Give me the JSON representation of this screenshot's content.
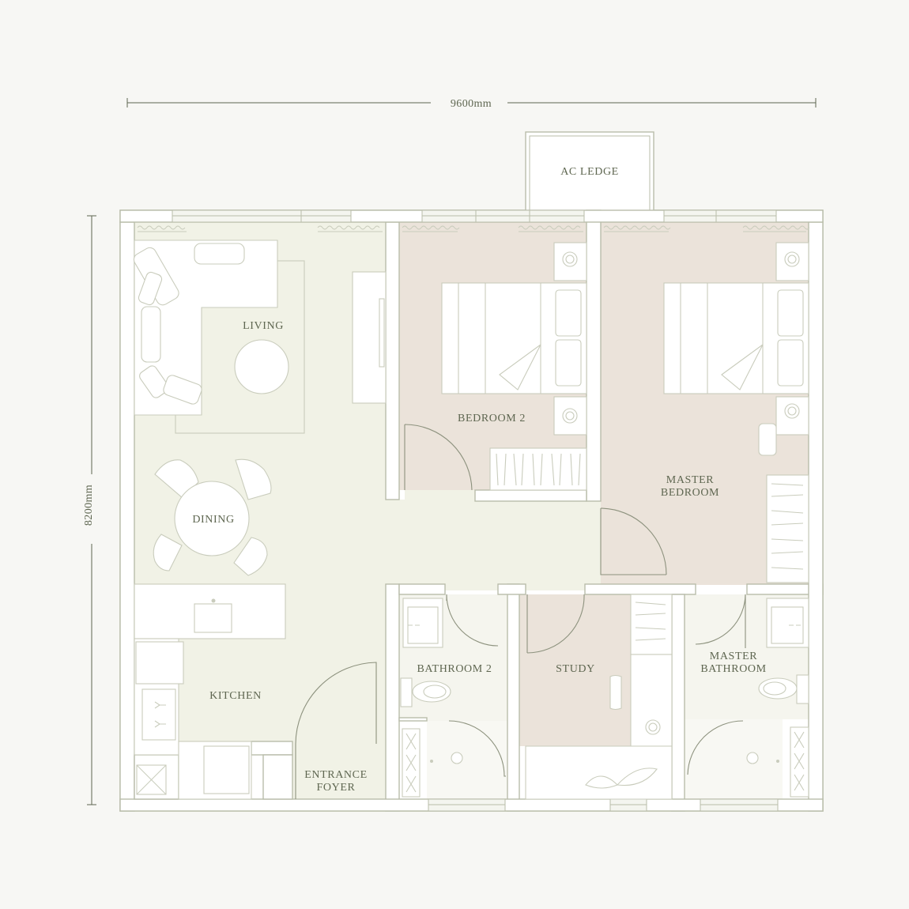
{
  "dimensions": {
    "width": "9600mm",
    "height": "8200mm"
  },
  "rooms": {
    "ac_ledge": "AC LEDGE",
    "living": "LIVING",
    "dining": "DINING",
    "bedroom2": "BEDROOM 2",
    "master_bedroom_line1": "MASTER",
    "master_bedroom_line2": "BEDROOM",
    "kitchen": "KITCHEN",
    "bathroom2": "BATHROOM 2",
    "study": "STUDY",
    "master_bathroom_line1": "MASTER",
    "master_bathroom_line2": "BATHROOM",
    "entrance_line1": "ENTRANCE",
    "entrance_line2": "FOYER"
  },
  "colors": {
    "background": "#f7f7f4",
    "living_floor": "#f1f2e6",
    "bedroom_floor": "#ebe3da",
    "wet_floor": "#f5f5ee",
    "wall": "#b9bdaa",
    "text": "#5e6650"
  }
}
